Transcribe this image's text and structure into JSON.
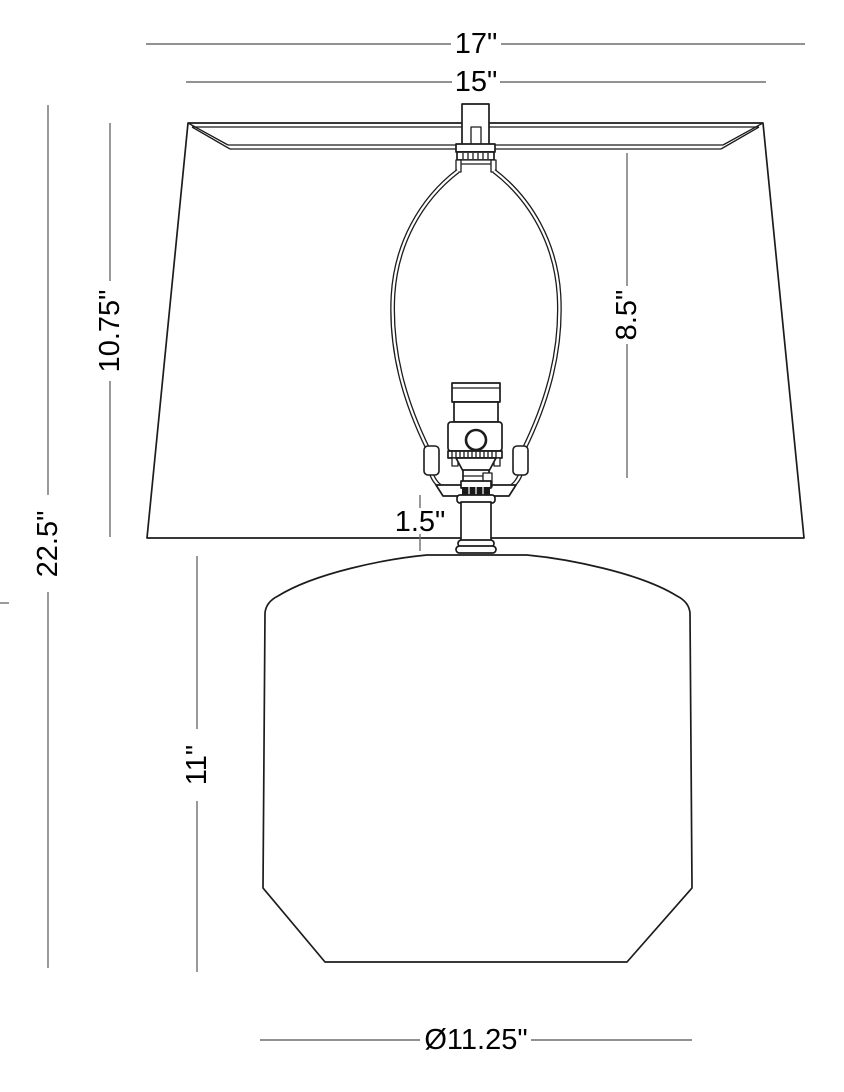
{
  "drawing": {
    "type": "technical-dimension-drawing",
    "subject": "table lamp front elevation"
  },
  "labels": {
    "shade_bottom_width": "17\"",
    "shade_top_width": "15\"",
    "shade_height": "10.75\"",
    "harp_height": "8.5\"",
    "overall_height": "22.5\"",
    "neck_height": "1.5\"",
    "body_height": "11\"",
    "base_diameter": "Ø11.25\""
  },
  "colors": {
    "background": "#ffffff",
    "figure_line": "#1c1c1c",
    "dimension_line": "#6e6e6e",
    "text": "#000000"
  }
}
